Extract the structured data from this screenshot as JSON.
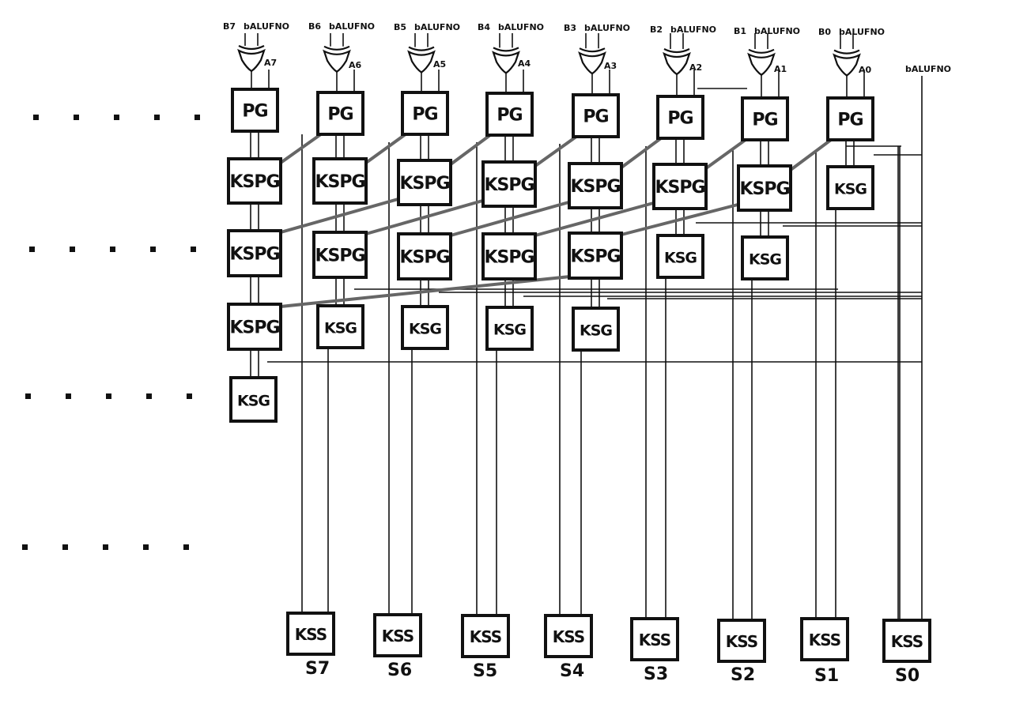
{
  "inputs": {
    "b_labels": [
      "B7",
      "B6",
      "B5",
      "B4",
      "B3",
      "B2",
      "B1",
      "B0"
    ],
    "ctrl_label": "bALUFNO",
    "a_labels": [
      "A7",
      "A6",
      "A5",
      "A4",
      "A3",
      "A2",
      "A1",
      "A0"
    ],
    "right_ctrl_label": "bALUFNO"
  },
  "blocks": {
    "pg": "PG",
    "kspg": "KSPG",
    "ksg": "KSG",
    "kss": "KSS"
  },
  "rows": [
    [
      "PG",
      "PG",
      "PG",
      "PG",
      "PG",
      "PG",
      "PG",
      "PG"
    ],
    [
      "KSPG",
      "KSPG",
      "KSPG",
      "KSPG",
      "KSPG",
      "KSPG",
      "KSPG",
      "KSG"
    ],
    [
      "KSPG",
      "KSPG",
      "KSPG",
      "KSPG",
      "KSPG",
      "KSG",
      "KSG"
    ],
    [
      "KSPG",
      "KSG",
      "KSG",
      "KSG",
      "KSG"
    ],
    [
      "KSG"
    ]
  ],
  "outputs": [
    "S7",
    "S6",
    "S5",
    "S4",
    "S3",
    "S2",
    "S1",
    "S0"
  ],
  "colors": {
    "ink": "#111111",
    "propagate_wire": "#666666",
    "background": "#ffffff"
  }
}
